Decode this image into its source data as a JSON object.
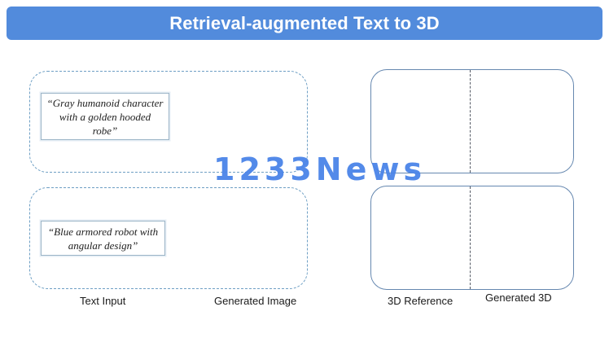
{
  "header": {
    "title": "Retrieval-augmented Text to 3D"
  },
  "prompts": [
    {
      "text": "“Gray humanoid character with a golden hooded robe”"
    },
    {
      "text": "“Blue armored robot with angular design”"
    }
  ],
  "labels": {
    "text_input": "Text Input",
    "generated_image": "Generated Image",
    "reference_3d": "3D Reference",
    "generated_3d": "Generated 3D"
  },
  "watermark": {
    "text": "1233News"
  },
  "colors": {
    "title_bar": "#528bdc",
    "dashed_border": "#6e9fc4",
    "solid_border": "#6688b0",
    "watermark": "#4a84e8"
  }
}
